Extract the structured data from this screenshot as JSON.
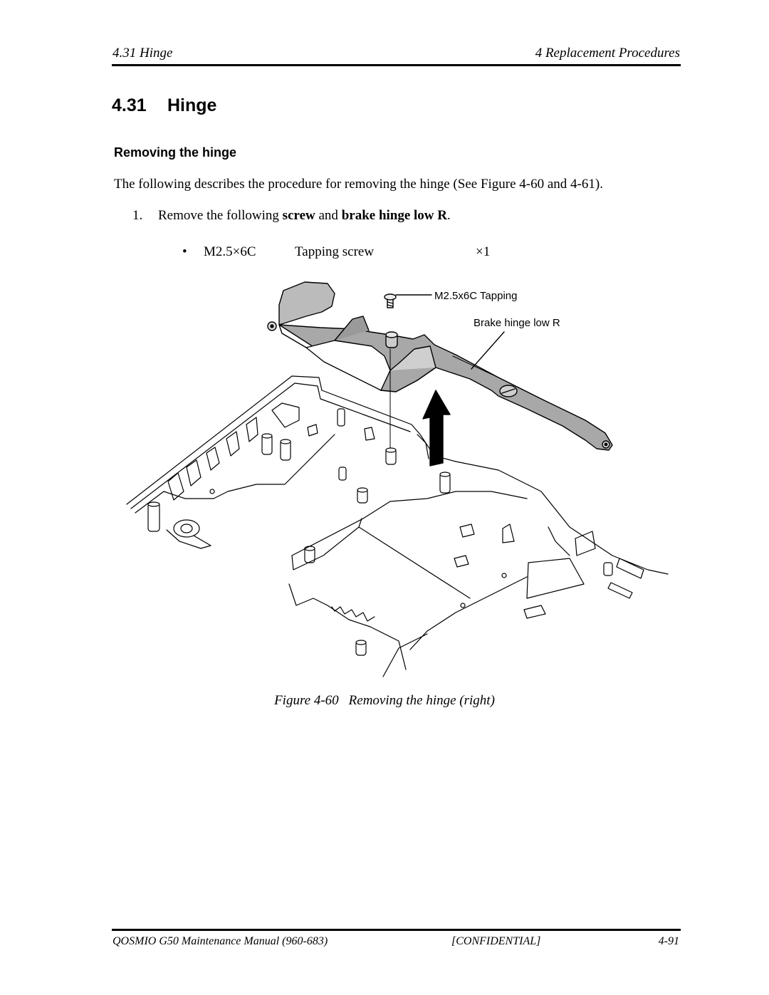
{
  "header": {
    "section": "4.31 Hinge",
    "chapter": "4 Replacement Procedures"
  },
  "title": {
    "number": "4.31",
    "text": "Hinge"
  },
  "subtitle": "Removing the hinge",
  "intro": "The following describes the procedure for removing the hinge (See Figure 4-60 and 4-61).",
  "step1": {
    "number": "1.",
    "prefix": "Remove the following ",
    "bold1": "screw",
    "middle": " and ",
    "bold2": "brake hinge low R",
    "suffix": "."
  },
  "parts": [
    {
      "bullet": "•",
      "part": "M2.5×6C",
      "description": "Tapping screw",
      "quantity": "×1"
    }
  ],
  "figure": {
    "labels": {
      "screw": "M2.5x6C Tapping",
      "bracket": "Brake hinge low R"
    },
    "caption_number": "Figure 4-60",
    "caption_text": "Removing the hinge (right)"
  },
  "footer": {
    "manual": "QOSMIO G50 Maintenance Manual (960-683)",
    "confidential": "[CONFIDENTIAL]",
    "page": "4-91"
  }
}
